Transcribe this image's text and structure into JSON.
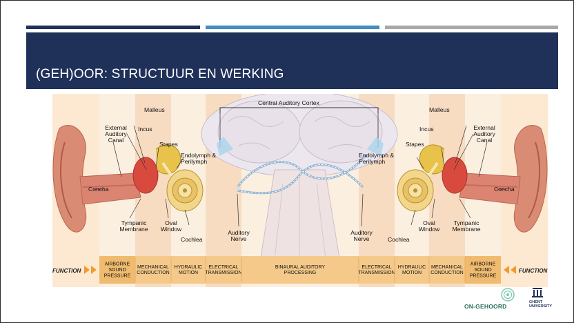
{
  "slide": {
    "title": "(GEH)OOR: STRUCTUUR EN WERKING"
  },
  "colors": {
    "navy": "#1f3059",
    "blue": "#3f8fc4",
    "gray": "#a8a8a8"
  },
  "figure": {
    "labels": {
      "central_auditory_cortex": "Central Auditory Cortex",
      "external_auditory_canal": [
        "External",
        "Auditory",
        "Canal"
      ],
      "malleus": "Malleus",
      "incus": "Incus",
      "stapes": "Stapes",
      "endolymph": [
        "Endolymph &",
        "Perilymph"
      ],
      "concha": "Concha",
      "tympanic_membrane": [
        "Tympanic",
        "Membrane"
      ],
      "oval_window": [
        "Oval",
        "Window"
      ],
      "cochlea": "Cochlea",
      "auditory_nerve": [
        "Auditory",
        "Nerve"
      ]
    },
    "function_label": "FUNCTION",
    "function_segments": [
      [
        "AIRBORNE",
        "SOUND",
        "PRESSURE"
      ],
      [
        "MECHANICAL",
        "CONDUCTION"
      ],
      [
        "HYDRAULIC",
        "MOTION"
      ],
      [
        "ELECTRICAL",
        "TRANSMISSION"
      ],
      [
        "BINAURAL AUDITORY",
        "PROCESSING"
      ],
      [
        "ELECTRICAL",
        "TRANSMISSION"
      ],
      [
        "HYDRAULIC",
        "MOTION"
      ],
      [
        "MECHANICAL",
        "CONDUCTION"
      ],
      [
        "AIRBORNE",
        "SOUND",
        "PRESSURE"
      ]
    ]
  },
  "logos": {
    "ongehoord": "ON-GEHOORD",
    "ugent_line1": "GHENT",
    "ugent_line2": "UNIVERSITY"
  }
}
